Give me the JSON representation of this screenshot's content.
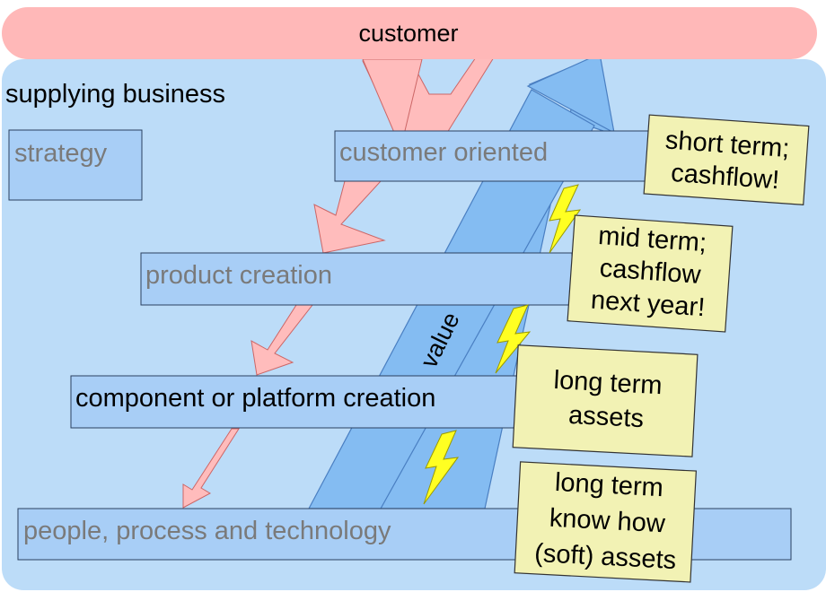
{
  "customer": {
    "label": "customer"
  },
  "business": {
    "label": "supplying business"
  },
  "strategy": {
    "label": "strategy"
  },
  "layers": {
    "customer_oriented": "customer oriented",
    "product_creation": "product creation",
    "component_platform": "component or platform creation",
    "people_process": "people, process and technology"
  },
  "value_arrow": {
    "label": "value"
  },
  "notes": {
    "short_term": [
      "short term;",
      "cashflow!"
    ],
    "mid_term": [
      "mid term;",
      "cashflow",
      "next year!"
    ],
    "long_term_assets": [
      "long term",
      "assets"
    ],
    "long_term_knowhow": [
      "long term",
      "know how",
      "(soft) assets"
    ]
  },
  "colors": {
    "customer_bar": "#ffb8b8",
    "business_bg": "#bcdcf8",
    "layer_fill": "#a8cef6",
    "value_arrow": "#84bcf2",
    "pink_arrow": "#ffbcbc",
    "note_fill": "#f2f2b4",
    "lightning": "#ffff22"
  }
}
